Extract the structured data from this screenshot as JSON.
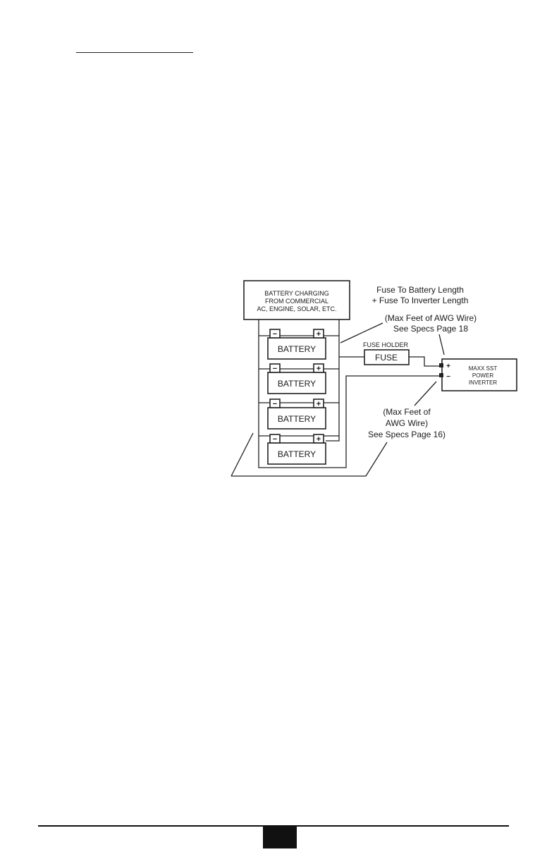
{
  "diagram": {
    "charger_lines": [
      "BATTERY CHARGING",
      "FROM COMMERCIAL",
      "AC, ENGINE, SOLAR, ETC."
    ],
    "battery_label": "BATTERY",
    "batteries": [
      {
        "label": "BATTERY"
      },
      {
        "label": "BATTERY"
      },
      {
        "label": "BATTERY"
      },
      {
        "label": "BATTERY"
      }
    ],
    "neg_symbol": "−",
    "pos_symbol": "+",
    "fuse_holder_label": "FUSE HOLDER",
    "fuse_label": "FUSE",
    "inverter_lines": [
      "MAXX SST",
      "POWER",
      "INVERTER"
    ],
    "inverter_pos": "+",
    "inverter_neg": "−",
    "annotation_top": [
      "Fuse To Battery Length",
      "+ Fuse To Inverter Length",
      "(Max Feet of AWG Wire)",
      "See Specs Page 18"
    ],
    "annotation_bottom": [
      "(Max Feet of",
      "AWG Wire)",
      "See Specs Page 16)"
    ]
  }
}
